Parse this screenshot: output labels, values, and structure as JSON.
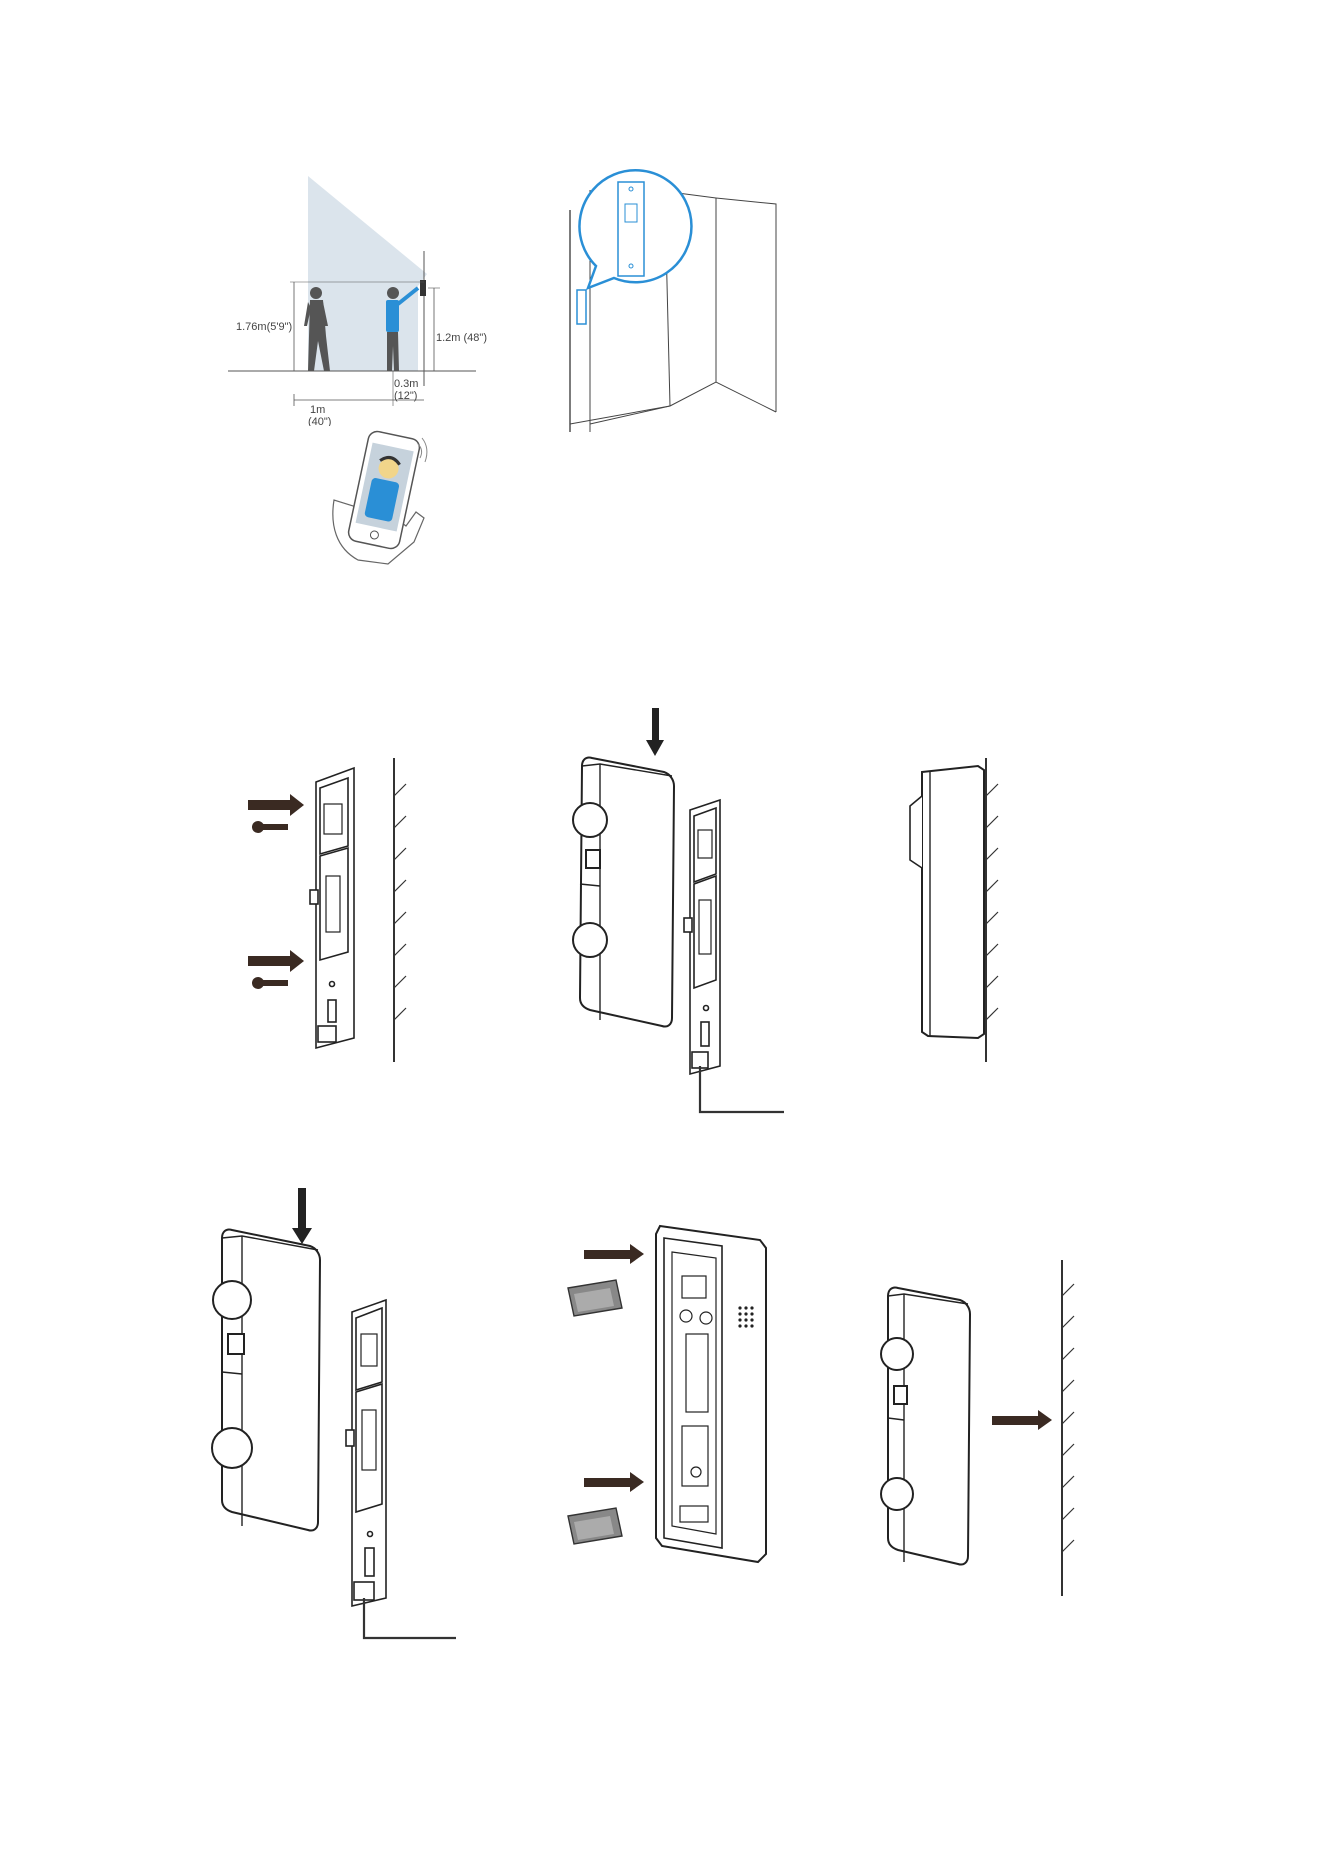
{
  "height_diagram": {
    "person_height": "1.76m(5'9\")",
    "doorbell_height": "1.2m (48\")",
    "distance_far": "1m",
    "distance_far_in": "(40\")",
    "distance_near": "0.3m",
    "distance_near_in": "(12\")"
  },
  "colors": {
    "line": "#2b2b2b",
    "accent_blue": "#2a8fd6",
    "view_cone": "#cfdbe6",
    "skin": "#f1d58a",
    "arrow": "#3a2a22"
  }
}
